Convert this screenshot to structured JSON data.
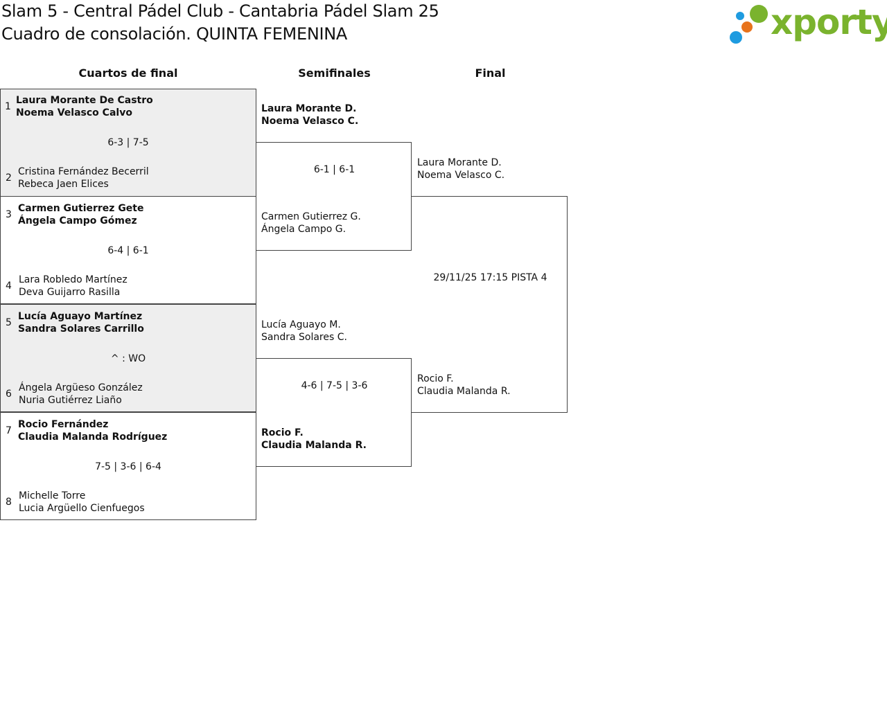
{
  "header": {
    "title_line1": "Slam 5 - Central Pádel Club - Cantabria Pádel Slam 25",
    "title_line2": "Cuadro de consolación. QUINTA FEMENINA"
  },
  "logo": {
    "text": "xporty",
    "color": "#7ab32e",
    "dot_colors": [
      "#7ab32e",
      "#1e9be0",
      "#e8731c"
    ]
  },
  "rounds": [
    "Cuartos de final",
    "Semifinales",
    "Final"
  ],
  "quarterfinals": [
    {
      "top": {
        "seed": "1",
        "player1": "Laura Morante De Castro",
        "player2": "Noema Velasco Calvo"
      },
      "score": "6-3 | 7-5",
      "bottom": {
        "seed": "2",
        "player1": "Cristina Fernández Becerril",
        "player2": "Rebeca Jaen Elices"
      }
    },
    {
      "top": {
        "seed": "3",
        "player1": "Carmen Gutierrez Gete",
        "player2": "Ángela Campo Gómez"
      },
      "score": "6-4 | 6-1",
      "bottom": {
        "seed": "4",
        "player1": "Lara Robledo Martínez",
        "player2": "Deva Guijarro Rasilla"
      }
    },
    {
      "top": {
        "seed": "5",
        "player1": "Lucía Aguayo Martínez",
        "player2": "Sandra Solares Carrillo"
      },
      "score": "^ : WO",
      "bottom": {
        "seed": "6",
        "player1": "Ángela Argüeso González",
        "player2": "Nuria Gutiérrez Liaño"
      }
    },
    {
      "top": {
        "seed": "7",
        "player1": "Rocio Fernández",
        "player2": "Claudia Malanda Rodríguez"
      },
      "score": "7-5 | 3-6 | 6-4",
      "bottom": {
        "seed": "8",
        "player1": "Michelle Torre",
        "player2": "Lucia Argüello Cienfuegos"
      }
    }
  ],
  "semifinals": [
    {
      "top": {
        "player1": "Laura Morante D.",
        "player2": "Noema Velasco C."
      },
      "score": "6-1 | 6-1",
      "bottom": {
        "player1": "Carmen Gutierrez G.",
        "player2": "Ángela Campo G."
      }
    },
    {
      "top": {
        "player1": "Lucía Aguayo M.",
        "player2": "Sandra Solares C."
      },
      "score": "4-6 | 7-5 | 3-6",
      "bottom": {
        "player1": "Rocio F.",
        "player2": "Claudia Malanda R."
      }
    }
  ],
  "final": {
    "top": {
      "player1": "Laura Morante D.",
      "player2": "Noema Velasco C."
    },
    "schedule": "29/11/25 17:15 PISTA 4",
    "bottom": {
      "player1": "Rocio F.",
      "player2": "Claudia Malanda R."
    }
  }
}
